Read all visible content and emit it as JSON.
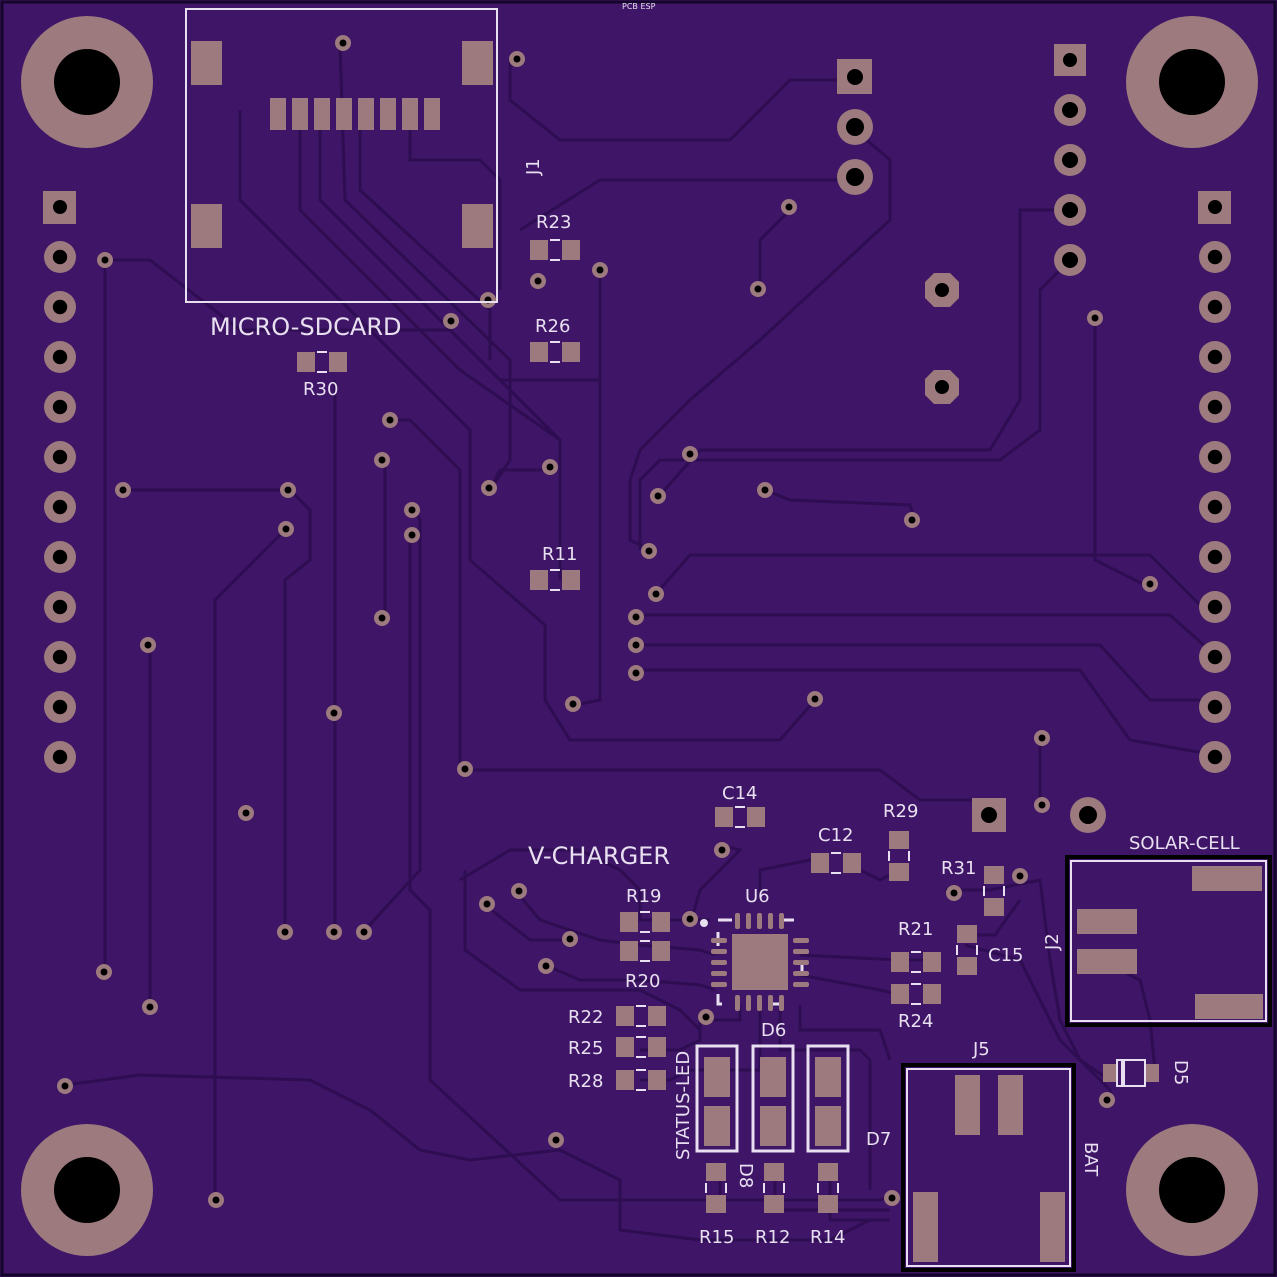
{
  "colors": {
    "board": "#3f1567",
    "trace": "#2e0d52",
    "pad": "#9c7a7e",
    "silk": "#e8e0f0",
    "hole": "#000000"
  },
  "labels": {
    "top_tiny": "PCB ESP",
    "j1": "J1",
    "micro_sdcard": "MICRO-SDCARD",
    "r23": "R23",
    "r26": "R26",
    "r30": "R30",
    "r11": "R11",
    "c14": "C14",
    "c12": "C12",
    "r29": "R29",
    "r31": "R31",
    "v_charger": "V-CHARGER",
    "solar_cell": "SOLAR-CELL",
    "j2": "J2",
    "r19": "R19",
    "u6": "U6",
    "r20": "R20",
    "r21": "R21",
    "c15": "C15",
    "r24": "R24",
    "r22": "R22",
    "r25": "R25",
    "r28": "R28",
    "d6": "D6",
    "j5": "J5",
    "d5": "D5",
    "status_led": "STATUS-LED",
    "d7": "D7",
    "d8": "D8",
    "bat": "BAT",
    "r15": "R15",
    "r12": "R12",
    "r14": "R14"
  }
}
